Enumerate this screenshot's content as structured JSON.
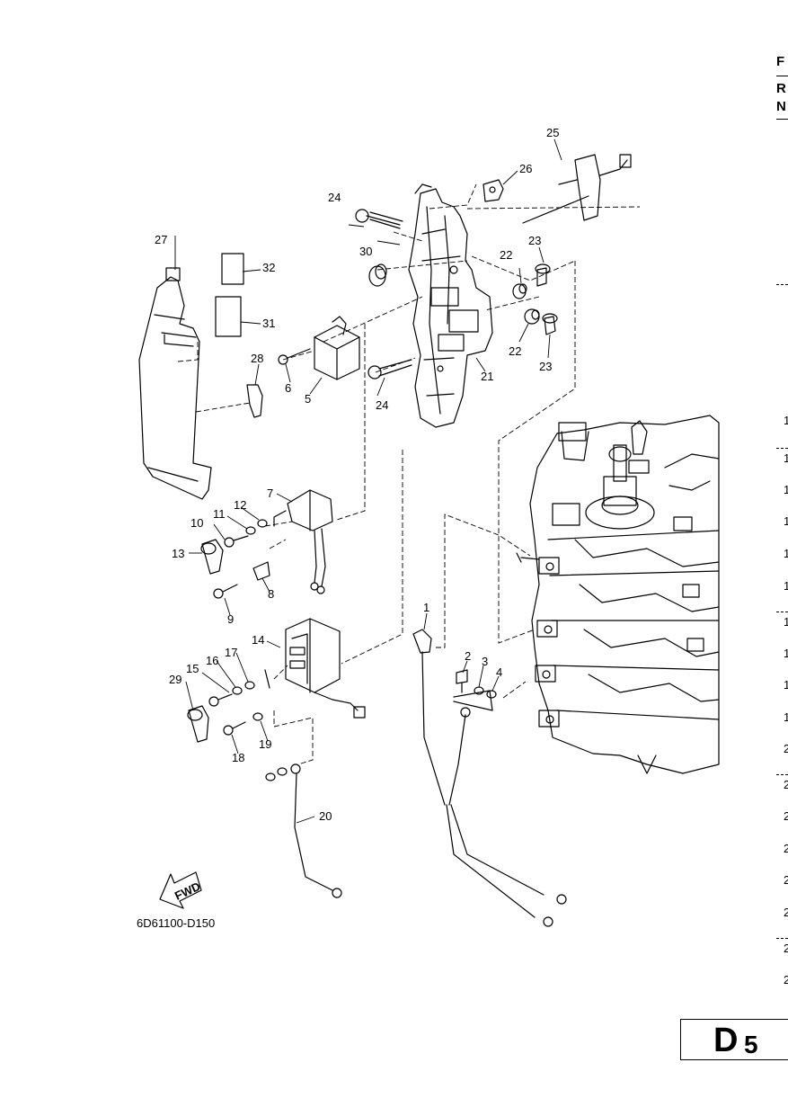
{
  "figure_code": "6D61100-D150",
  "fwd_label": "FWD",
  "page_code": {
    "letter": "D",
    "digit": "5"
  },
  "edge_header": [
    "F",
    "R",
    "N"
  ],
  "edge_numbers": [
    "1",
    "1",
    "1",
    "1",
    "1",
    "1",
    "1",
    "1",
    "1",
    "1",
    "2",
    "2",
    "2",
    "2",
    "2",
    "2",
    "2",
    "2"
  ],
  "callouts": {
    "c1": "1",
    "c2": "2",
    "c3": "3",
    "c4": "4",
    "c5": "5",
    "c6": "6",
    "c7": "7",
    "c8": "8",
    "c9": "9",
    "c10": "10",
    "c11": "11",
    "c12": "12",
    "c13": "13",
    "c14": "14",
    "c15": "15",
    "c16": "16",
    "c17": "17",
    "c18": "18",
    "c19": "19",
    "c20": "20",
    "c21": "21",
    "c22a": "22",
    "c22b": "22",
    "c23a": "23",
    "c23b": "23",
    "c24a": "24",
    "c24b": "24",
    "c25": "25",
    "c26": "26",
    "c27": "27",
    "c28": "28",
    "c29": "29",
    "c30": "30",
    "c31": "31",
    "c32": "32"
  }
}
